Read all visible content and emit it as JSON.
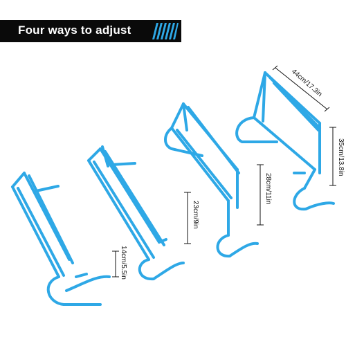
{
  "banner": {
    "title": "Four ways to adjust"
  },
  "colors": {
    "hurdle": "#2ea8e6",
    "hurdle_dark": "#1b7fb8",
    "banner_bg": "#0a0a0a",
    "banner_stripes": "#2ea8e6",
    "dimension_line": "#111111"
  },
  "dimensions": {
    "width": "44cm/17.3in",
    "height_1": "14cm/5.5in",
    "height_2": "23cm/9in",
    "height_3": "28cm/11in",
    "height_4": "35cm/13.8in"
  }
}
